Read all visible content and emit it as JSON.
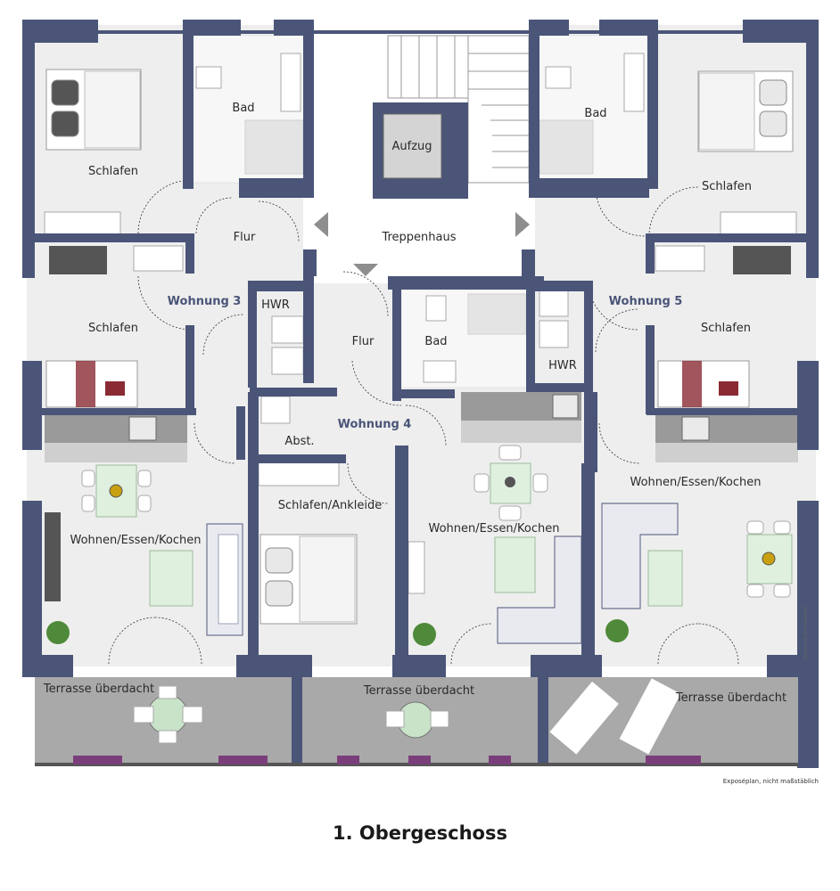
{
  "rooms": {
    "schlafen_1": "Schlafen",
    "bad_1": "Bad",
    "aufzug": "Aufzug",
    "bad_2": "Bad",
    "schlafen_2": "Schlafen",
    "flur_1": "Flur",
    "treppenhaus": "Treppenhaus",
    "schlafen_3": "Schlafen",
    "hwr_1": "HWR",
    "flur_2": "Flur",
    "bad_3": "Bad",
    "hwr_2": "HWR",
    "schlafen_4": "Schlafen",
    "abst": "Abst.",
    "schlafen_ankleide": "Schlafen/Ankleide",
    "wek_1": "Wohnen/Essen/Kochen",
    "wek_2": "Wohnen/Essen/Kochen",
    "wek_3": "Wohnen/Essen/Kochen",
    "terrasse_1": "Terrasse überdacht",
    "terrasse_2": "Terrasse überdacht",
    "terrasse_3": "Terrasse überdacht"
  },
  "units": {
    "w3": "Wohnung 3",
    "w4": "Wohnung 4",
    "w5": "Wohnung 5"
  },
  "disclaimer": "Exposéplan, nicht maßstäblich",
  "credit": "Illustration:EmmaGrafik",
  "floor_title": "1. Obergeschoss",
  "colors": {
    "wall": "#4a5578",
    "floor": "#eeeeee",
    "terrace": "#a9a9a9",
    "unit_label": "#4a5578"
  }
}
